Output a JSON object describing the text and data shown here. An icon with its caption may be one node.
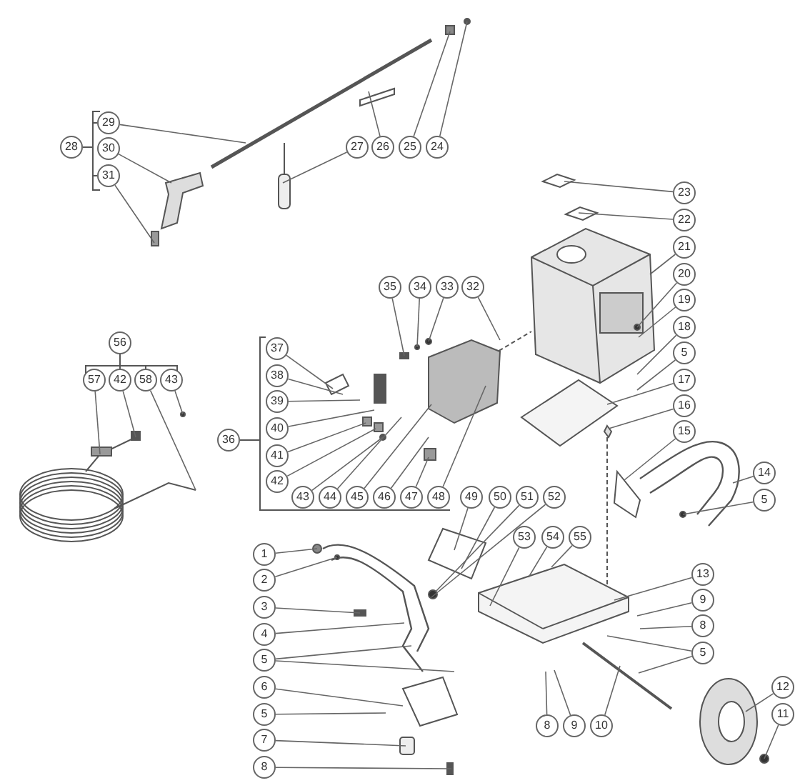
{
  "diagram": {
    "nodes": [
      {
        "text": [
          "28"
        ]
      },
      {
        "text": [
          "29"
        ]
      },
      {
        "text": [
          "30"
        ]
      },
      {
        "text": [
          "31"
        ]
      },
      {
        "text": [
          "27"
        ]
      },
      {
        "text": [
          "26"
        ]
      },
      {
        "text": [
          "25"
        ]
      },
      {
        "text": [
          "24"
        ]
      },
      {
        "text": [
          "23"
        ]
      },
      {
        "text": [
          "22"
        ]
      },
      {
        "text": [
          "21"
        ]
      },
      {
        "text": [
          "20"
        ]
      },
      {
        "text": [
          "19"
        ]
      },
      {
        "text": [
          "18"
        ]
      },
      {
        "text": [
          "5"
        ]
      },
      {
        "text": [
          "17"
        ]
      },
      {
        "text": [
          "16"
        ]
      },
      {
        "text": [
          "15"
        ]
      },
      {
        "text": [
          "14"
        ]
      },
      {
        "text": [
          "5"
        ]
      },
      {
        "text": [
          "35"
        ]
      },
      {
        "text": [
          "34"
        ]
      },
      {
        "text": [
          "33"
        ]
      },
      {
        "text": [
          "32"
        ]
      },
      {
        "text": [
          "36"
        ]
      },
      {
        "text": [
          "37"
        ]
      },
      {
        "text": [
          "38"
        ]
      },
      {
        "text": [
          "39"
        ]
      },
      {
        "text": [
          "40"
        ]
      },
      {
        "text": [
          "41"
        ]
      },
      {
        "text": [
          "42"
        ]
      },
      {
        "text": [
          "43"
        ]
      },
      {
        "text": [
          "44"
        ]
      },
      {
        "text": [
          "45"
        ]
      },
      {
        "text": [
          "46"
        ]
      },
      {
        "text": [
          "47"
        ]
      },
      {
        "text": [
          "48"
        ]
      },
      {
        "text": [
          "49"
        ]
      },
      {
        "text": [
          "50"
        ]
      },
      {
        "text": [
          "51"
        ]
      },
      {
        "text": [
          "52"
        ]
      },
      {
        "text": [
          "56"
        ]
      },
      {
        "text": [
          "57"
        ]
      },
      {
        "text": [
          "42"
        ]
      },
      {
        "text": [
          "58"
        ]
      },
      {
        "text": [
          "43"
        ]
      },
      {
        "text": [
          "53"
        ]
      },
      {
        "text": [
          "54"
        ]
      },
      {
        "text": [
          "55"
        ]
      },
      {
        "text": [
          "1"
        ]
      },
      {
        "text": [
          "2"
        ]
      },
      {
        "text": [
          "3"
        ]
      },
      {
        "text": [
          "4"
        ]
      },
      {
        "text": [
          "5"
        ]
      },
      {
        "text": [
          "6"
        ]
      },
      {
        "text": [
          "5"
        ]
      },
      {
        "text": [
          "7"
        ]
      },
      {
        "text": [
          "8"
        ]
      },
      {
        "text": [
          "13"
        ]
      },
      {
        "text": [
          "9"
        ]
      },
      {
        "text": [
          "8"
        ]
      },
      {
        "text": [
          "5"
        ]
      },
      {
        "text": [
          "8"
        ]
      },
      {
        "text": [
          "9"
        ]
      },
      {
        "text": [
          "10"
        ]
      },
      {
        "text": [
          "12"
        ]
      },
      {
        "text": [
          "11"
        ]
      }
    ],
    "edges": [
      {
        "from": 1,
        "to": null,
        "arrow": "none"
      },
      {
        "from": 2,
        "to": null,
        "arrow": "none"
      },
      {
        "from": 3,
        "to": null,
        "arrow": "none"
      },
      {
        "from": 4,
        "to": null,
        "arrow": "none"
      },
      {
        "from": 5,
        "to": null,
        "arrow": "none"
      },
      {
        "from": 6,
        "to": null,
        "arrow": "none"
      },
      {
        "from": 7,
        "to": null,
        "arrow": "none"
      },
      {
        "from": 8,
        "to": null,
        "arrow": "none"
      },
      {
        "from": 9,
        "to": null,
        "arrow": "none"
      },
      {
        "from": 10,
        "to": null,
        "arrow": "none"
      },
      {
        "from": 11,
        "to": null,
        "arrow": "none"
      },
      {
        "from": 12,
        "to": null,
        "arrow": "none"
      },
      {
        "from": 13,
        "to": null,
        "arrow": "none"
      },
      {
        "from": 14,
        "to": null,
        "arrow": "none"
      },
      {
        "from": 15,
        "to": null,
        "arrow": "none"
      },
      {
        "from": 16,
        "to": null,
        "arrow": "none"
      },
      {
        "from": 17,
        "to": null,
        "arrow": "none"
      },
      {
        "from": 18,
        "to": null,
        "arrow": "none"
      },
      {
        "from": 19,
        "to": null,
        "arrow": "none"
      },
      {
        "from": 20,
        "to": null,
        "arrow": "none"
      },
      {
        "from": 21,
        "to": null,
        "arrow": "none"
      },
      {
        "from": 22,
        "to": null,
        "arrow": "none"
      },
      {
        "from": 23,
        "to": null,
        "arrow": "none"
      },
      {
        "from": 25,
        "to": null,
        "arrow": "none"
      },
      {
        "from": 26,
        "to": null,
        "arrow": "none"
      },
      {
        "from": 27,
        "to": null,
        "arrow": "none"
      },
      {
        "from": 28,
        "to": null,
        "arrow": "none"
      },
      {
        "from": 29,
        "to": null,
        "arrow": "none"
      },
      {
        "from": 30,
        "to": null,
        "arrow": "none"
      },
      {
        "from": 31,
        "to": null,
        "arrow": "none"
      },
      {
        "from": 32,
        "to": null,
        "arrow": "none"
      },
      {
        "from": 33,
        "to": null,
        "arrow": "none"
      },
      {
        "from": 34,
        "to": null,
        "arrow": "none"
      },
      {
        "from": 35,
        "to": null,
        "arrow": "none"
      },
      {
        "from": 36,
        "to": null,
        "arrow": "none"
      },
      {
        "from": 37,
        "to": null,
        "arrow": "none"
      },
      {
        "from": 38,
        "to": null,
        "arrow": "none"
      },
      {
        "from": 39,
        "to": null,
        "arrow": "none"
      },
      {
        "from": 40,
        "to": null,
        "arrow": "none"
      },
      {
        "from": 42,
        "to": null,
        "arrow": "none"
      },
      {
        "from": 43,
        "to": null,
        "arrow": "none"
      },
      {
        "from": 44,
        "to": null,
        "arrow": "none"
      },
      {
        "from": 45,
        "to": null,
        "arrow": "none"
      },
      {
        "from": 46,
        "to": null,
        "arrow": "none"
      },
      {
        "from": 47,
        "to": null,
        "arrow": "none"
      },
      {
        "from": 48,
        "to": null,
        "arrow": "none"
      },
      {
        "from": 49,
        "to": null,
        "arrow": "none"
      },
      {
        "from": 50,
        "to": null,
        "arrow": "none"
      },
      {
        "from": 51,
        "to": null,
        "arrow": "none"
      },
      {
        "from": 52,
        "to": null,
        "arrow": "none"
      },
      {
        "from": 53,
        "to": null,
        "arrow": "none"
      },
      {
        "from": 53,
        "to": null,
        "arrow": "none"
      },
      {
        "from": 54,
        "to": null,
        "arrow": "none"
      },
      {
        "from": 55,
        "to": null,
        "arrow": "none"
      },
      {
        "from": 56,
        "to": null,
        "arrow": "none"
      },
      {
        "from": 57,
        "to": null,
        "arrow": "none"
      },
      {
        "from": 58,
        "to": null,
        "arrow": "none"
      },
      {
        "from": 59,
        "to": null,
        "arrow": "none"
      },
      {
        "from": 60,
        "to": null,
        "arrow": "none"
      },
      {
        "from": 61,
        "to": null,
        "arrow": "none"
      },
      {
        "from": 61,
        "to": null,
        "arrow": "none"
      },
      {
        "from": 62,
        "to": null,
        "arrow": "none"
      },
      {
        "from": 63,
        "to": null,
        "arrow": "none"
      },
      {
        "from": 64,
        "to": null,
        "arrow": "none"
      },
      {
        "from": 65,
        "to": null,
        "arrow": "none"
      },
      {
        "from": 66,
        "to": null,
        "arrow": "none"
      }
    ]
  }
}
